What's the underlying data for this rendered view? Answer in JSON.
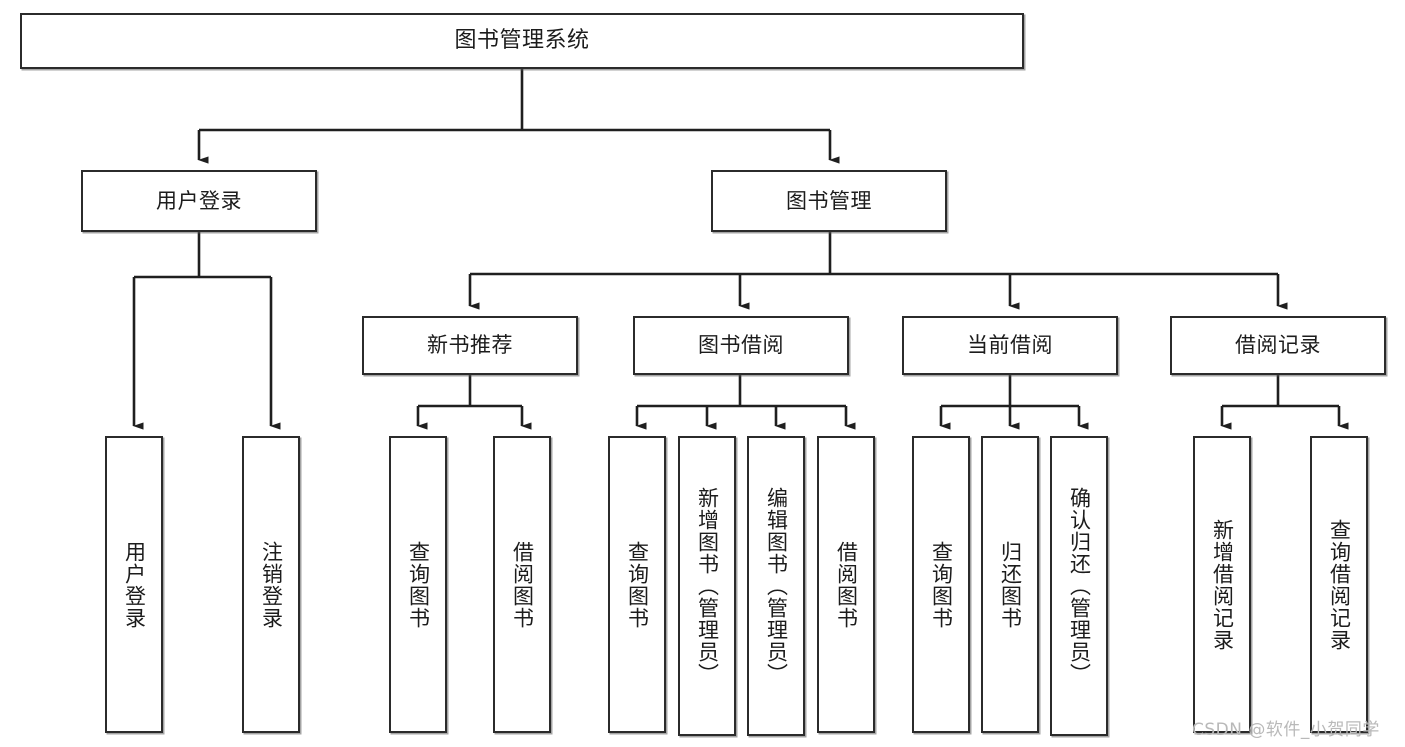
{
  "diagram": {
    "title": "图书管理系统",
    "type": "tree-hierarchy",
    "watermark": "CSDN @软件_小贺同学",
    "colors": {
      "box_border": "#2b2b2b",
      "box_fill": "#ffffff",
      "connector": "#1f1f1f",
      "text": "#1c1c1c",
      "watermark": "#b9b9b9"
    },
    "levels": {
      "root": "图书管理系统",
      "level2": [
        "用户登录",
        "图书管理"
      ],
      "level3": [
        "新书推荐",
        "图书借阅",
        "当前借阅",
        "借阅记录"
      ]
    },
    "nodes": {
      "root": {
        "label": "图书管理系统"
      },
      "user_login": {
        "label": "用户登录"
      },
      "book_manage": {
        "label": "图书管理"
      },
      "new_book_rec": {
        "label": "新书推荐"
      },
      "book_borrow": {
        "label": "图书借阅"
      },
      "current_borrow": {
        "label": "当前借阅"
      },
      "borrow_record": {
        "label": "借阅记录"
      }
    },
    "leaves": {
      "user_login": [
        {
          "label": "用户登录"
        },
        {
          "label": "注销登录"
        }
      ],
      "new_book_rec": [
        {
          "label": "查询图书"
        },
        {
          "label": "借阅图书"
        }
      ],
      "book_borrow": [
        {
          "label": "查询图书"
        },
        {
          "label": "新增图书（管理员）"
        },
        {
          "label": "编辑图书（管理员）"
        },
        {
          "label": "借阅图书"
        }
      ],
      "current_borrow": [
        {
          "label": "查询图书"
        },
        {
          "label": "归还图书"
        },
        {
          "label": "确认归还（管理员）"
        }
      ],
      "borrow_record": [
        {
          "label": "新增借阅记录"
        },
        {
          "label": "查询借阅记录"
        }
      ]
    }
  }
}
